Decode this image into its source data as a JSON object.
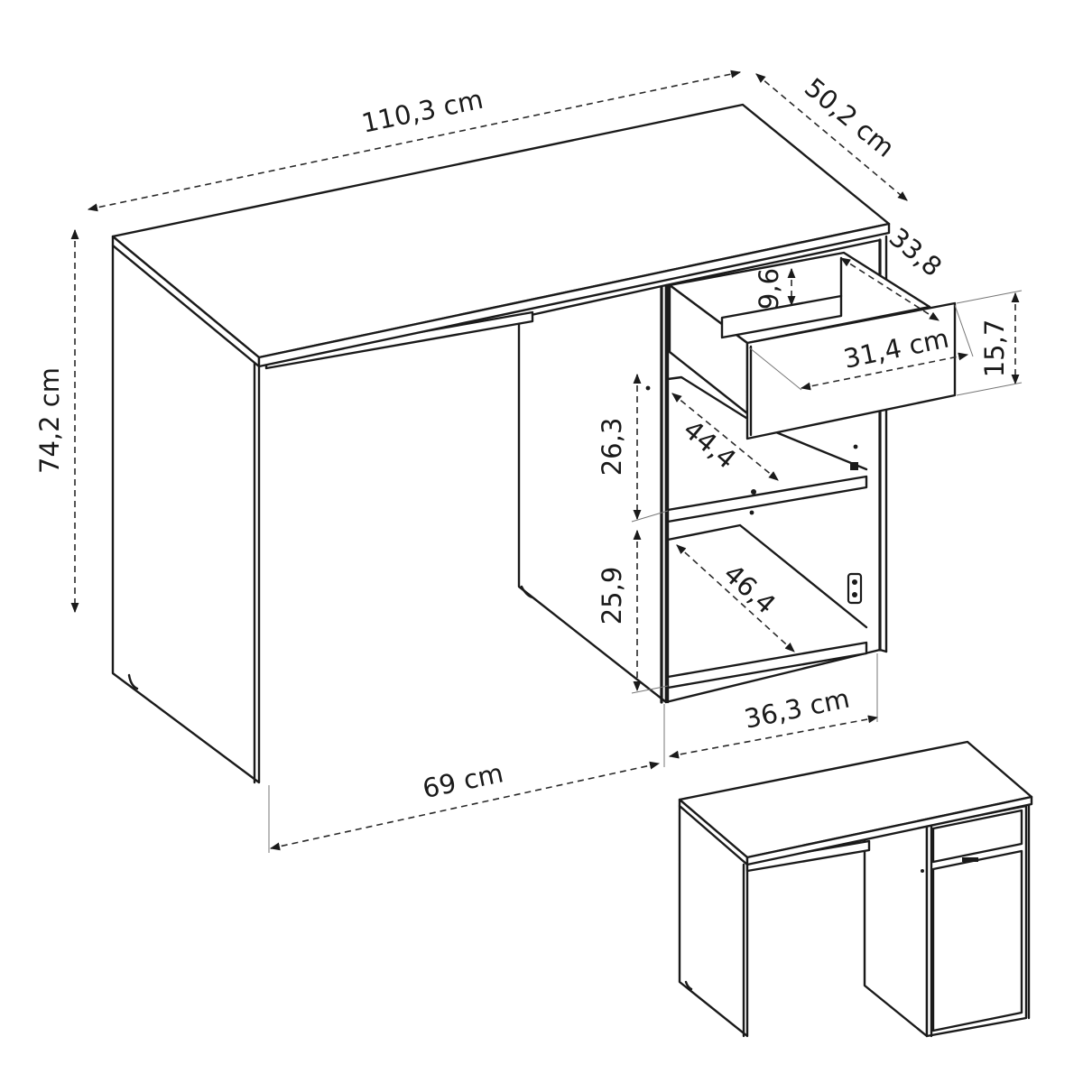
{
  "dimensions": {
    "width_total": "110,3 cm",
    "depth_total": "50,2 cm",
    "height_total": "74,2 cm",
    "drawer_depth": "33,8",
    "drawer_inner_height": "9,6",
    "drawer_front_width": "31,4 cm",
    "drawer_front_height": "15,7",
    "upper_shelf_height": "26,3",
    "upper_shelf_depth": "44,4",
    "lower_shelf_height": "25,9",
    "lower_shelf_depth": "46,4",
    "cabinet_width": "36,3 cm",
    "legroom_width": "69 cm"
  }
}
